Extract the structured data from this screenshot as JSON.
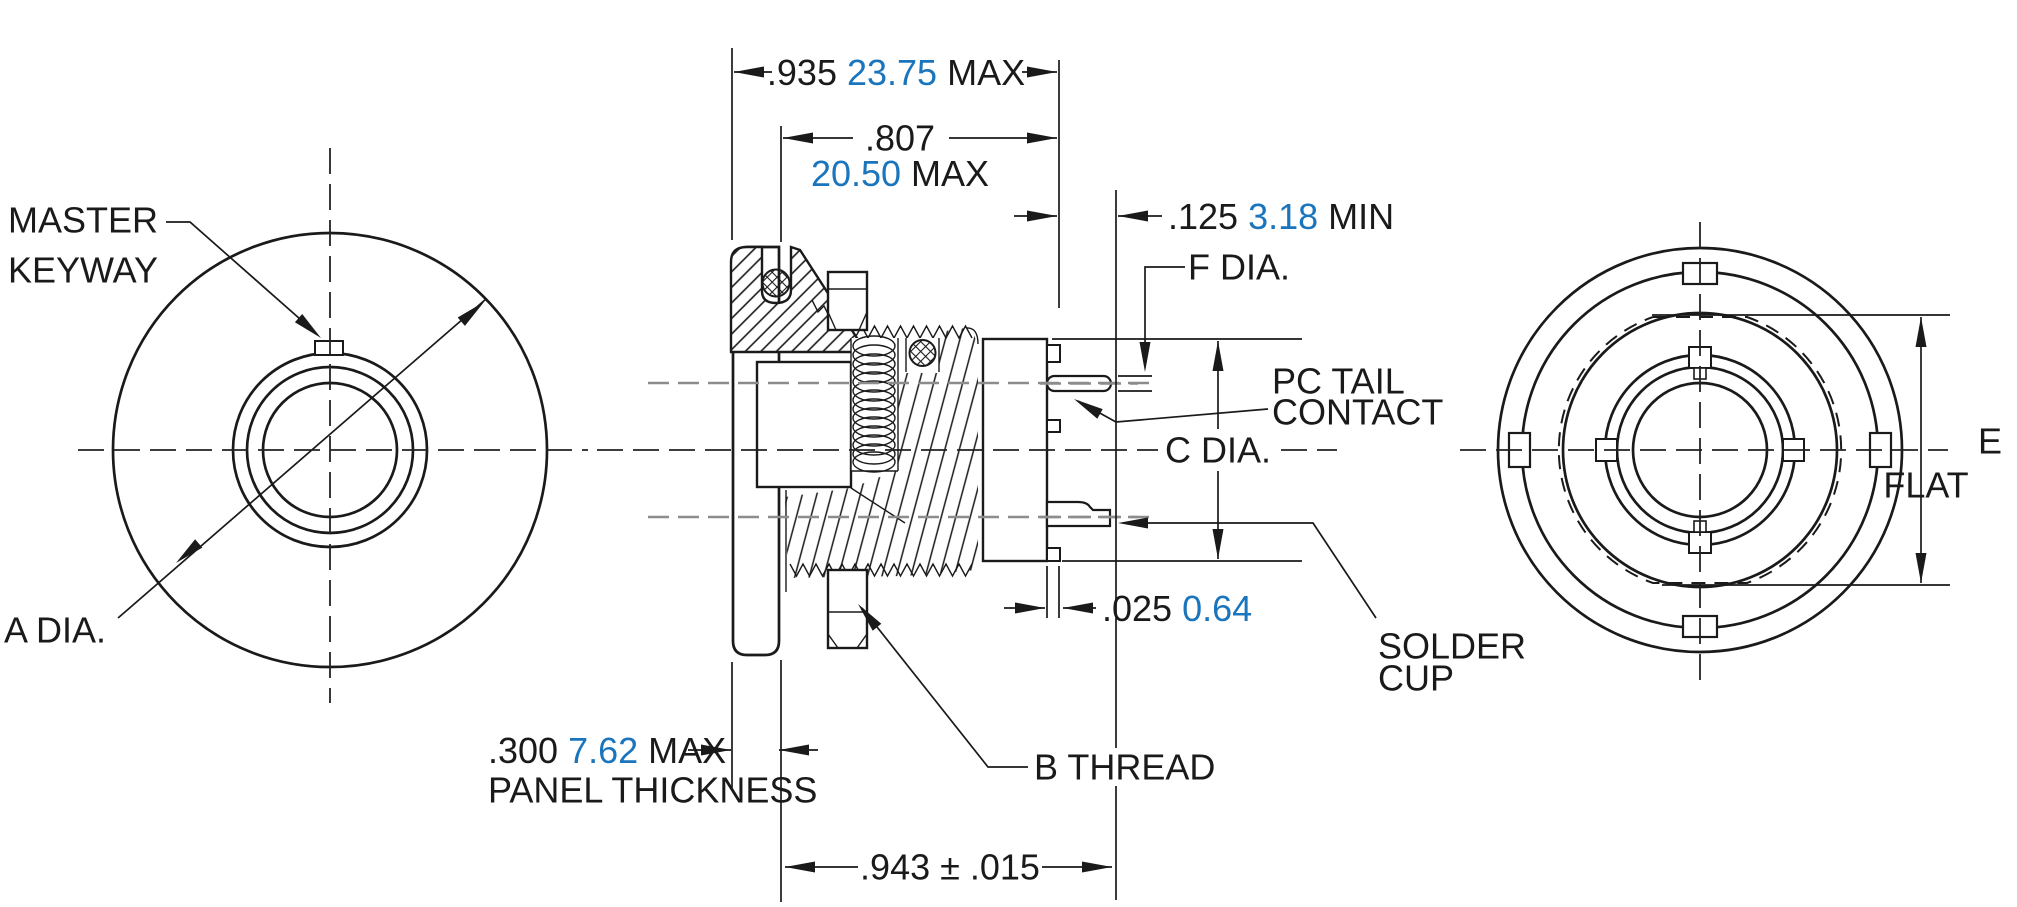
{
  "drawing": {
    "title": "panel-mount-connector-outline-drawing",
    "colors": {
      "line": "#1a1a1a",
      "metric_blue": "#1b75bc",
      "centerline_gray": "#8c8c8c",
      "background": "#ffffff"
    },
    "labels": {
      "master_keyway_line1": "MASTER",
      "master_keyway_line2": "KEYWAY",
      "a_dia": "A DIA.",
      "f_dia": "F DIA.",
      "pc_tail_line1": "PC TAIL",
      "pc_tail_line2": "CONTACT",
      "c_dia": "C DIA.",
      "solder_cup_line1": "SOLDER",
      "solder_cup_line2": "CUP",
      "b_thread": "B THREAD",
      "panel_thickness": "PANEL THICKNESS",
      "e_flat_line1": "E",
      "e_flat_line2": "FLAT"
    },
    "dimensions": {
      "d935": {
        "inch": ".935",
        "mm": "23.75",
        "qualifier": "MAX"
      },
      "d807": {
        "inch": ".807",
        "mm": "20.50",
        "qualifier": "MAX"
      },
      "d125": {
        "inch": ".125",
        "mm": "3.18",
        "qualifier": "MIN"
      },
      "d025": {
        "inch": ".025",
        "mm": "0.64"
      },
      "d300": {
        "inch": ".300",
        "mm": "7.62",
        "qualifier": "MAX"
      },
      "d943": {
        "text": ".943 ± .015"
      }
    }
  }
}
